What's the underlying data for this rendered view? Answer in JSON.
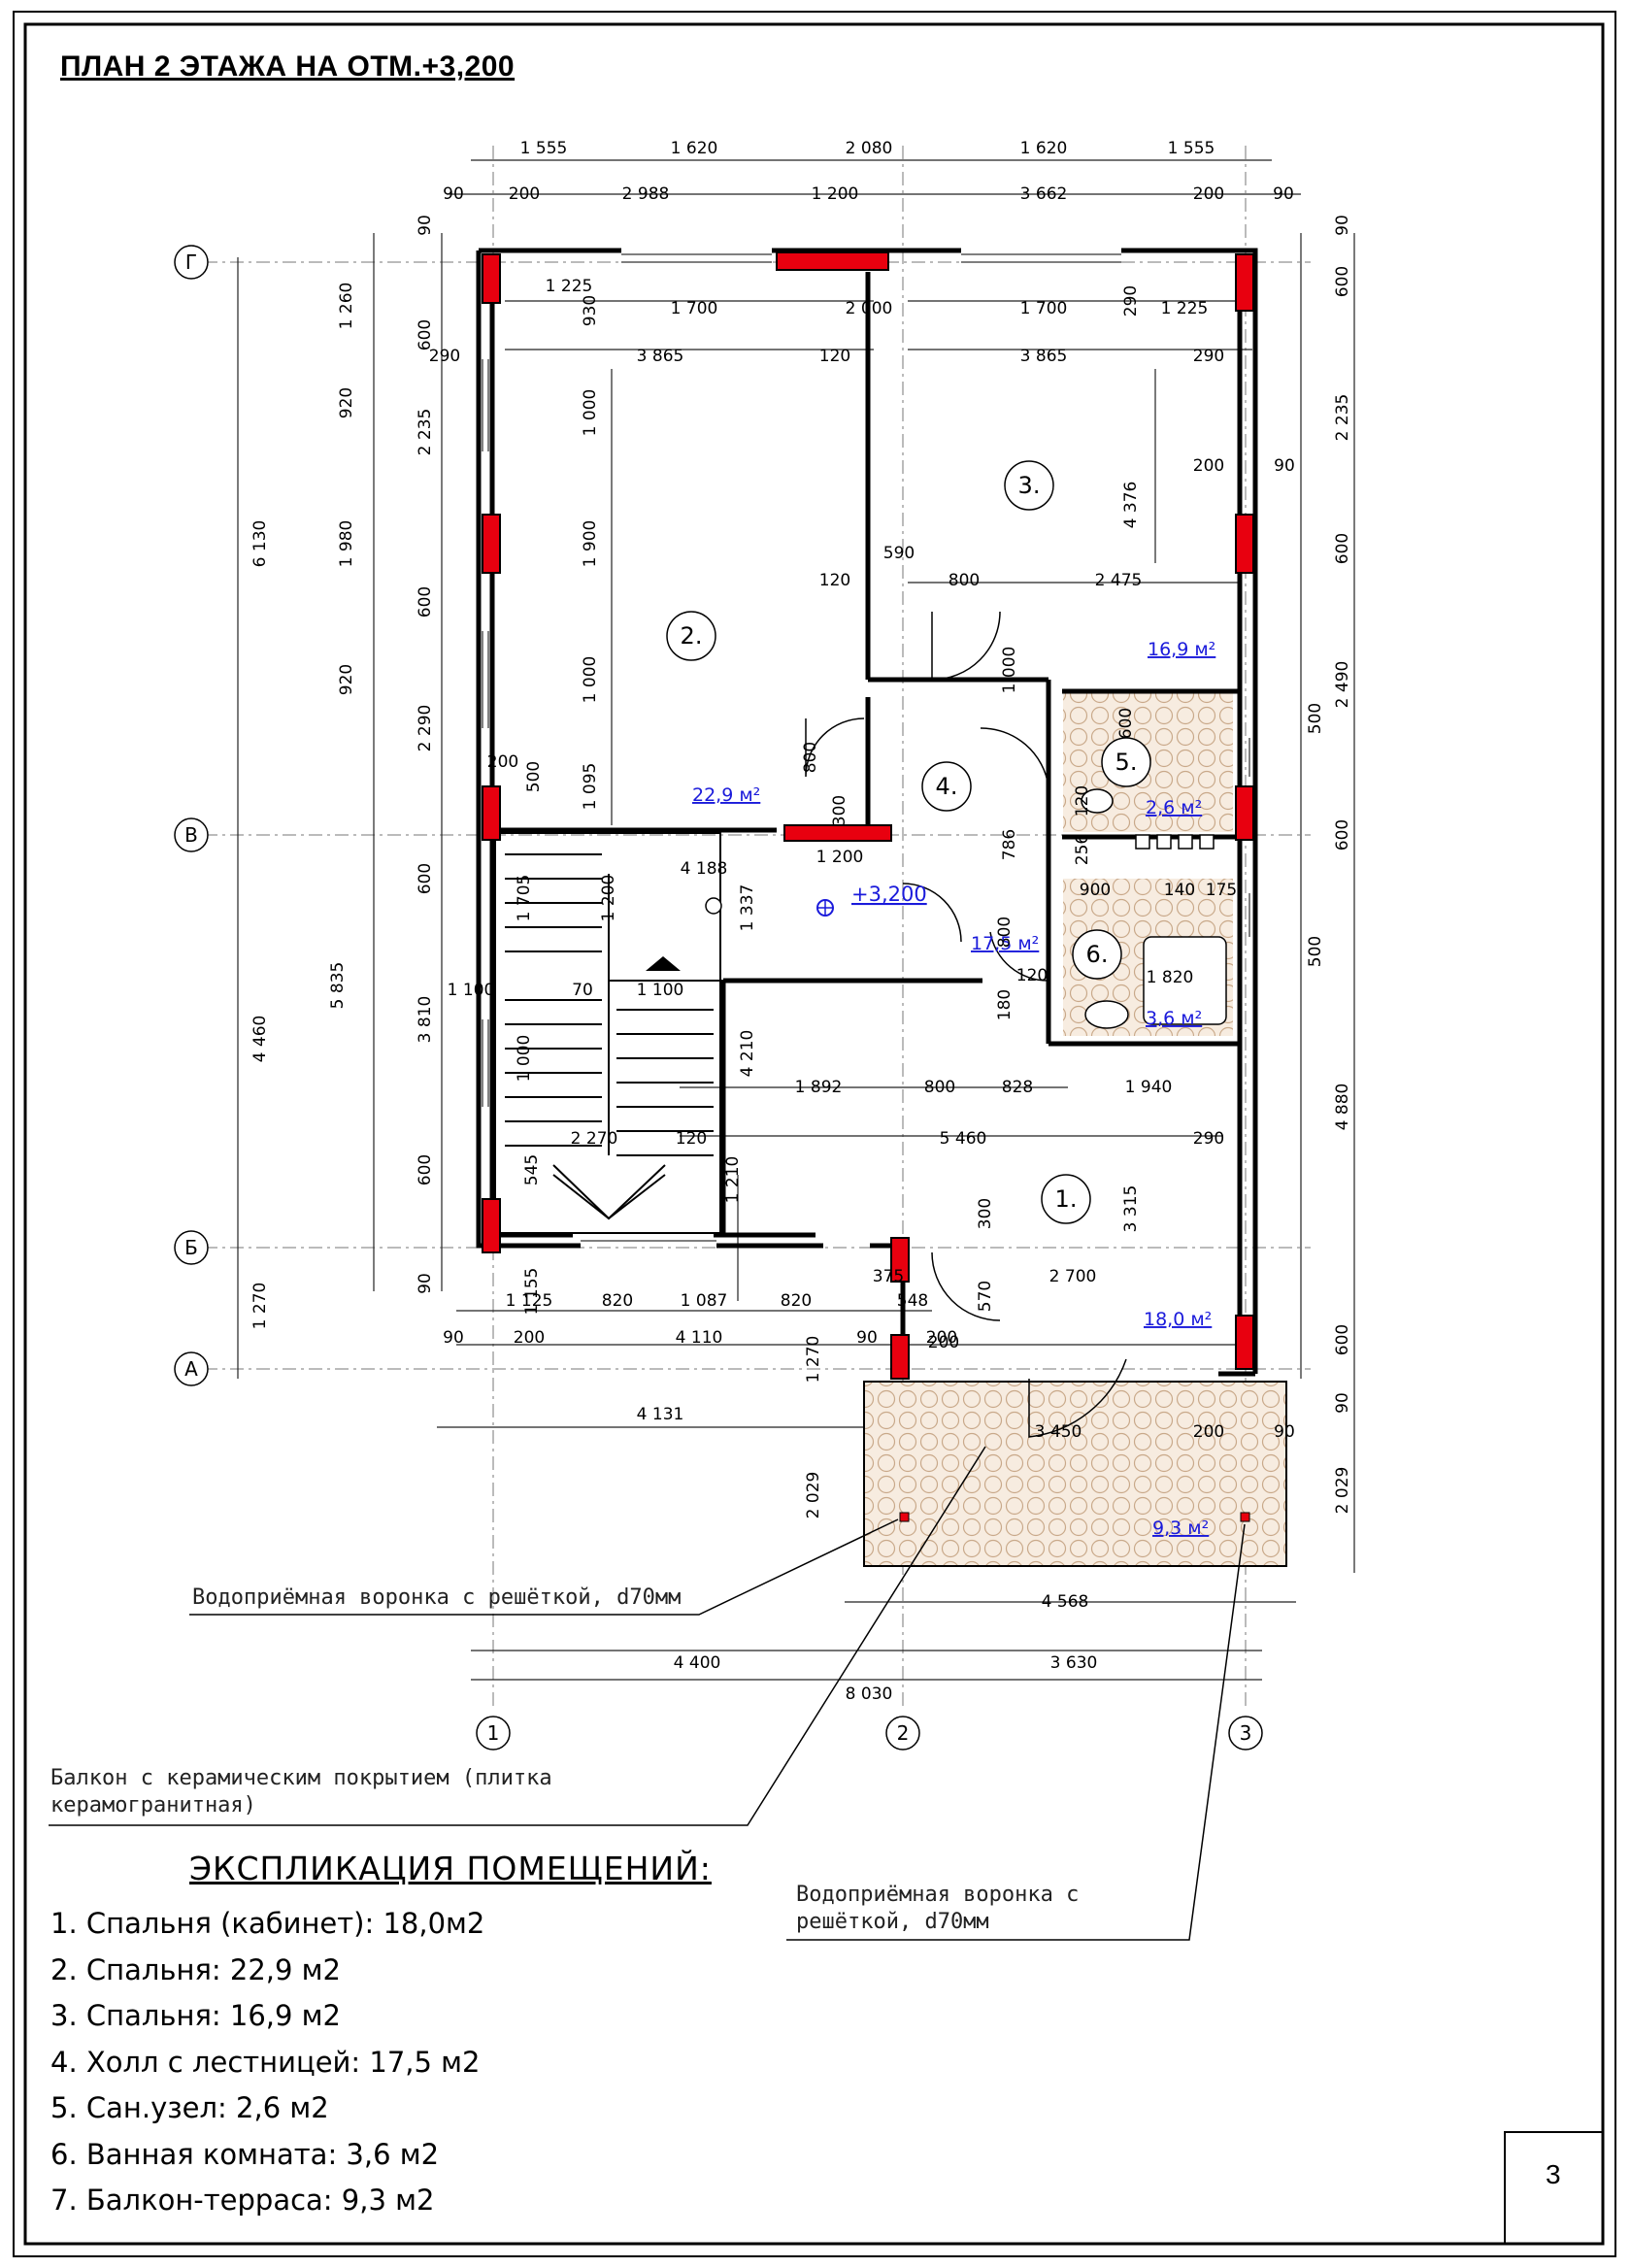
{
  "sheet": {
    "title": "ПЛАН 2 ЭТАЖА НА ОТМ.+3,200",
    "page_number": "3"
  },
  "grid_axes": {
    "letters": [
      "Г",
      "В",
      "Б",
      "А"
    ],
    "numbers": [
      "1",
      "2",
      "3"
    ]
  },
  "dims_top_row1": [
    "1 555",
    "1 620",
    "2 080",
    "1 620",
    "1 555"
  ],
  "dims_top_row2": [
    "90",
    "200",
    "2 988",
    "1 200",
    "3 662",
    "200",
    "90"
  ],
  "dims_left_outer": [
    "6 130",
    "5 835",
    "4 460",
    "1 270"
  ],
  "dims_left_mid": [
    "1 260",
    "920",
    "1 980",
    "920",
    "600",
    "3 810",
    "600",
    "90"
  ],
  "dims_left_inner": [
    "90",
    "600",
    "2 235",
    "600",
    "2 290",
    "600",
    "600"
  ],
  "dims_right": [
    "90",
    "600",
    "2 235",
    "600",
    "2 490",
    "500",
    "600",
    "500",
    "4 880",
    "600",
    "90",
    "2 029"
  ],
  "dims_bottom": [
    "4 568",
    "4 400",
    "3 630",
    "8 030",
    "4 131"
  ],
  "dims_bottom_row": [
    "90",
    "200",
    "4 110",
    "90",
    "200",
    "1 125",
    "820",
    "1 087",
    "820",
    "375",
    "548"
  ],
  "dims_interior": [
    "1 225",
    "930",
    "1 700",
    "2 000",
    "1 700",
    "290",
    "1 225",
    "290",
    "3 865",
    "120",
    "3 865",
    "290",
    "1 000",
    "1 900",
    "1 000",
    "1 095",
    "4 376",
    "590",
    "800",
    "2 475",
    "120",
    "200",
    "90",
    "1 000",
    "800",
    "300",
    "786",
    "1 200",
    "4 188",
    "1 337",
    "1 705",
    "1 200",
    "1 100",
    "70",
    "1 100",
    "1 000",
    "4 210",
    "545",
    "2 270",
    "120",
    "1 892",
    "800",
    "828",
    "1 940",
    "5 460",
    "290",
    "1 210",
    "300",
    "3 315",
    "2 700",
    "570",
    "200",
    "1 155",
    "3 450",
    "200",
    "90",
    "2 029",
    "1 270",
    "900",
    "140",
    "175",
    "1 820",
    "180",
    "120",
    "256",
    "120",
    "800",
    "600",
    "200",
    "500"
  ],
  "level_mark": "+3,200",
  "rooms": [
    {
      "number": "1.",
      "area": "18,0 м²"
    },
    {
      "number": "2.",
      "area": "22,9 м²"
    },
    {
      "number": "3.",
      "area": "16,9 м²"
    },
    {
      "number": "4.",
      "area": "17,5 м²"
    },
    {
      "number": "5.",
      "area": "2,6 м²"
    },
    {
      "number": "6.",
      "area": "3,6 м²"
    },
    {
      "number": "",
      "area": "9,3 м²"
    }
  ],
  "callouts": {
    "drain_left": "Водоприёмная воронка с решёткой, d70мм",
    "balcony": [
      "Балкон с керамическим покрытием (плитка",
      "керамогранитная)"
    ],
    "drain_right": [
      "Водоприёмная воронка с",
      "решёткой, d70мм"
    ]
  },
  "legend": {
    "title": "ЭКСПЛИКАЦИЯ ПОМЕЩЕНИЙ:",
    "items": [
      "1. Спальня (кабинет): 18,0м2",
      "2. Спальня: 22,9 м2",
      "3. Спальня: 16,9 м2",
      "4. Холл с лестницей: 17,5 м2",
      "5. Сан.узел:  2,6 м2",
      "6. Ванная комната:  3,6 м2",
      "7. Балкон-терраса: 9,3 м2"
    ]
  },
  "colors": {
    "wall": "#000000",
    "column": "#e8000f",
    "area_text": "#1a1adb",
    "tile_fill": "#f3e6d6",
    "tile_line": "#c9a98a"
  }
}
